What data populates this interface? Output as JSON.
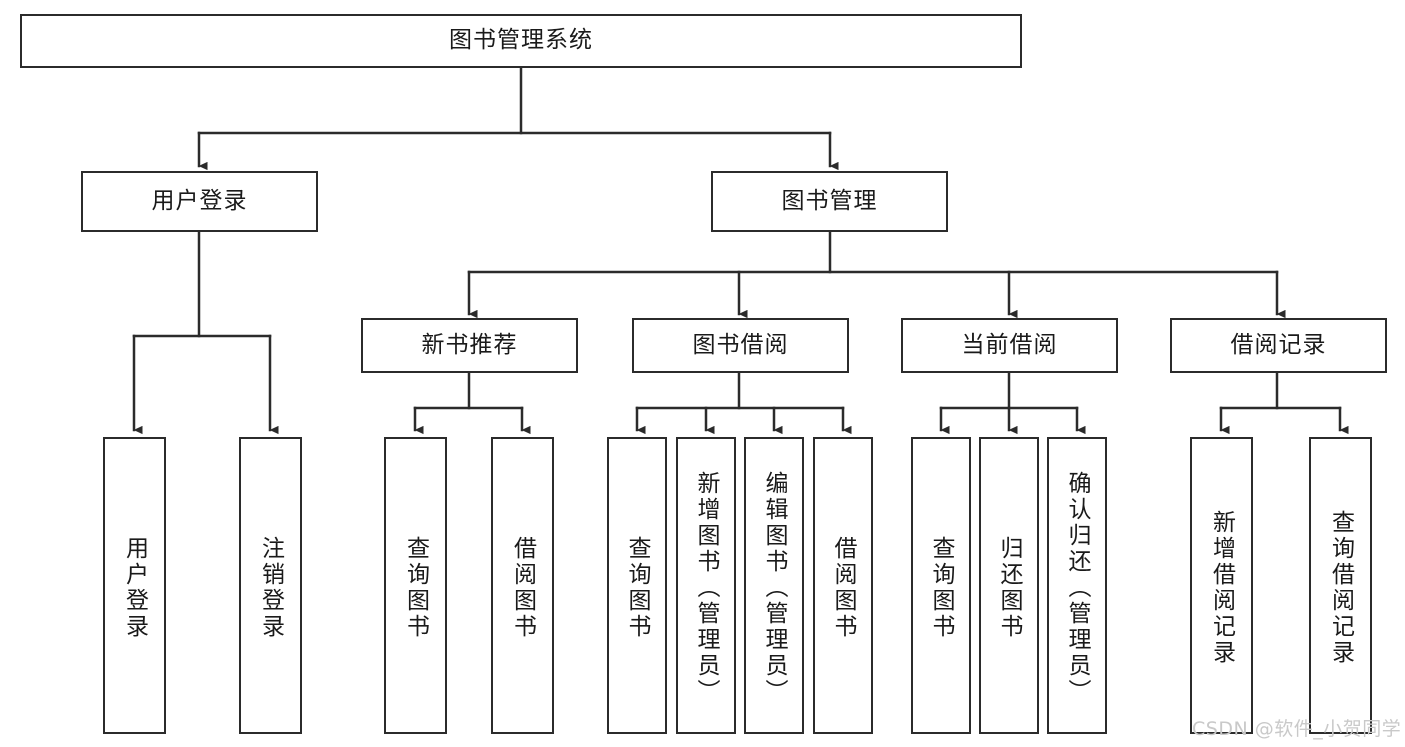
{
  "diagram": {
    "title": "图书管理系统",
    "root": {
      "label": "图书管理系统"
    },
    "level1": [
      {
        "label": "用户登录"
      },
      {
        "label": "图书管理"
      }
    ],
    "level2": [
      {
        "label": "新书推荐"
      },
      {
        "label": "图书借阅"
      },
      {
        "label": "当前借阅"
      },
      {
        "label": "借阅记录"
      }
    ],
    "leaves": {
      "user_login": [
        {
          "label": "用户登录"
        },
        {
          "label": "注销登录"
        }
      ],
      "new_book_recommend": [
        {
          "label": "查询图书"
        },
        {
          "label": "借阅图书"
        }
      ],
      "book_borrow": [
        {
          "label": "查询图书"
        },
        {
          "label": "新增图书（管理员）"
        },
        {
          "label": "编辑图书（管理员）"
        },
        {
          "label": "借阅图书"
        }
      ],
      "current_borrow": [
        {
          "label": "查询图书"
        },
        {
          "label": "归还图书"
        },
        {
          "label": "确认归还（管理员）"
        }
      ],
      "borrow_record": [
        {
          "label": "新增借阅记录"
        },
        {
          "label": "查询借阅记录"
        }
      ]
    },
    "watermark": "CSDN @软件_小贺同学",
    "colors": {
      "stroke": "#2b2b2b",
      "text": "#1a1a1a",
      "background": "#ffffff",
      "watermark": "#c9c9c9"
    }
  }
}
